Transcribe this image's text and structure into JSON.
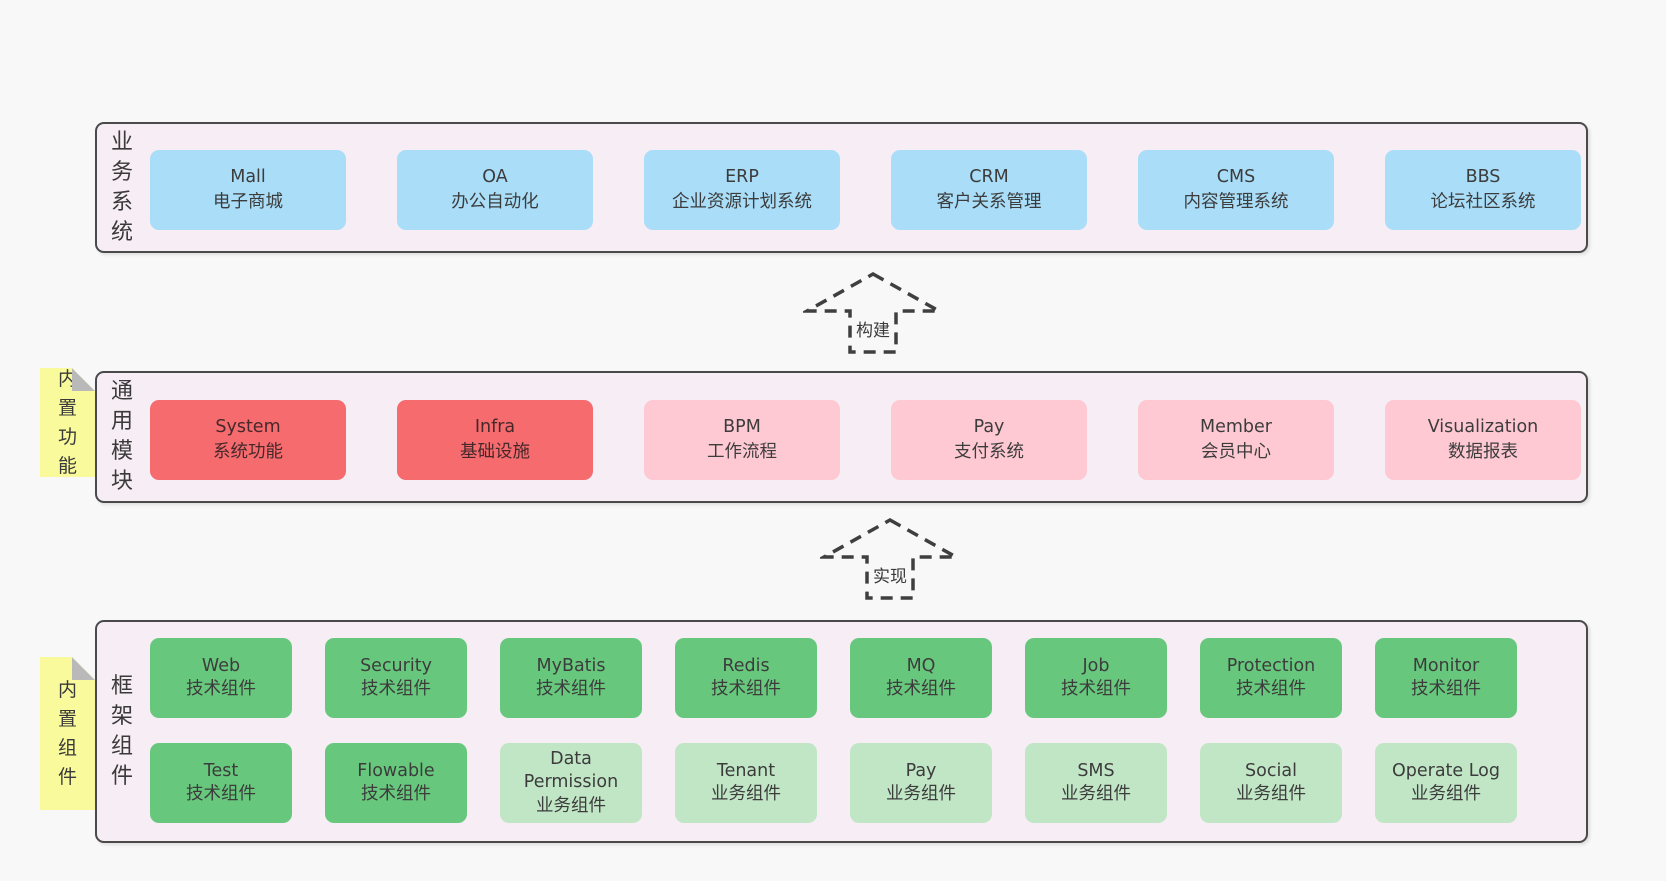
{
  "colors": {
    "page_bg": "#f8f8f8",
    "section_bg": "#f7edf5",
    "section_border": "#4a4a4a",
    "blue_box": "#a9ddf8",
    "red_box": "#f56b6e",
    "pink_box": "#fec9d2",
    "green_box": "#67c87d",
    "light_green_box": "#c1e6c6",
    "sticky_note": "#f9fa9c",
    "note_fold": "#b9b9b9",
    "text": "#3c3c3c"
  },
  "sections": [
    {
      "id": "business",
      "label": "业务系统",
      "rows": [
        [
          {
            "slug": "mall",
            "en": "Mall",
            "zh": "电子商城",
            "variant": "blue"
          },
          {
            "slug": "oa",
            "en": "OA",
            "zh": "办公自动化",
            "variant": "blue"
          },
          {
            "slug": "erp",
            "en": "ERP",
            "zh": "企业资源计划系统",
            "variant": "blue"
          },
          {
            "slug": "crm",
            "en": "CRM",
            "zh": "客户关系管理",
            "variant": "blue"
          },
          {
            "slug": "cms",
            "en": "CMS",
            "zh": "内容管理系统",
            "variant": "blue"
          },
          {
            "slug": "bbs",
            "en": "BBS",
            "zh": "论坛社区系统",
            "variant": "blue"
          }
        ]
      ]
    },
    {
      "id": "modules",
      "label": "通用模块",
      "rows": [
        [
          {
            "slug": "system",
            "en": "System",
            "zh": "系统功能",
            "variant": "red"
          },
          {
            "slug": "infra",
            "en": "Infra",
            "zh": "基础设施",
            "variant": "red"
          },
          {
            "slug": "bpm",
            "en": "BPM",
            "zh": "工作流程",
            "variant": "pink"
          },
          {
            "slug": "pay-module",
            "en": "Pay",
            "zh": "支付系统",
            "variant": "pink"
          },
          {
            "slug": "member",
            "en": "Member",
            "zh": "会员中心",
            "variant": "pink"
          },
          {
            "slug": "visualization",
            "en": "Visualization",
            "zh": "数据报表",
            "variant": "pink"
          }
        ]
      ]
    },
    {
      "id": "components",
      "label": "框架组件",
      "rows": [
        [
          {
            "slug": "web",
            "en": "Web",
            "zh": "技术组件",
            "variant": "green"
          },
          {
            "slug": "security",
            "en": "Security",
            "zh": "技术组件",
            "variant": "green"
          },
          {
            "slug": "mybatis",
            "en": "MyBatis",
            "zh": "技术组件",
            "variant": "green"
          },
          {
            "slug": "redis",
            "en": "Redis",
            "zh": "技术组件",
            "variant": "green"
          },
          {
            "slug": "mq",
            "en": "MQ",
            "zh": "技术组件",
            "variant": "green"
          },
          {
            "slug": "job",
            "en": "Job",
            "zh": "技术组件",
            "variant": "green"
          },
          {
            "slug": "protection",
            "en": "Protection",
            "zh": "技术组件",
            "variant": "green"
          },
          {
            "slug": "monitor",
            "en": "Monitor",
            "zh": "技术组件",
            "variant": "green"
          }
        ],
        [
          {
            "slug": "test",
            "en": "Test",
            "zh": "技术组件",
            "variant": "green"
          },
          {
            "slug": "flowable",
            "en": "Flowable",
            "zh": "技术组件",
            "variant": "green"
          },
          {
            "slug": "data-permission",
            "en": "Data Permission",
            "zh": "业务组件",
            "variant": "lightgreen"
          },
          {
            "slug": "tenant",
            "en": "Tenant",
            "zh": "业务组件",
            "variant": "lightgreen"
          },
          {
            "slug": "pay-component",
            "en": "Pay",
            "zh": "业务组件",
            "variant": "lightgreen"
          },
          {
            "slug": "sms",
            "en": "SMS",
            "zh": "业务组件",
            "variant": "lightgreen"
          },
          {
            "slug": "social",
            "en": "Social",
            "zh": "业务组件",
            "variant": "lightgreen"
          },
          {
            "slug": "operate-log",
            "en": "Operate Log",
            "zh": "业务组件",
            "variant": "lightgreen"
          }
        ]
      ]
    }
  ],
  "notes": [
    {
      "label": "内置功能"
    },
    {
      "label": "内置组件"
    }
  ],
  "arrows": [
    {
      "label": "构建"
    },
    {
      "label": "实现"
    }
  ]
}
